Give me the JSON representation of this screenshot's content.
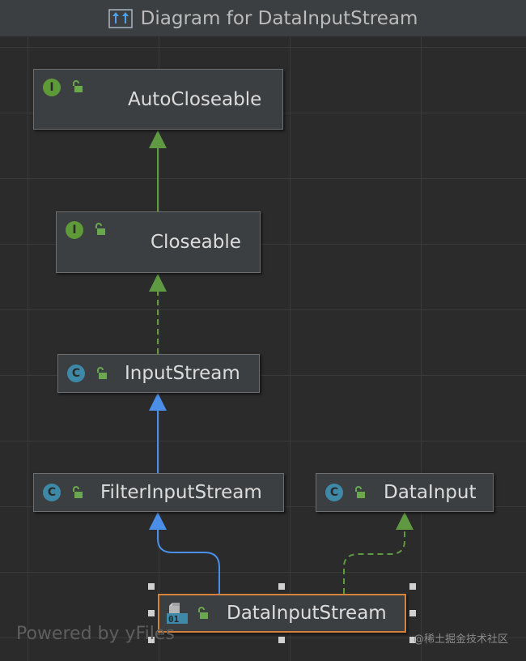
{
  "window": {
    "title": "Diagram for DataInputStream"
  },
  "nodes": [
    {
      "id": "autocloseable",
      "kind": "I",
      "label": "AutoCloseable"
    },
    {
      "id": "closeable",
      "kind": "I",
      "label": "Closeable"
    },
    {
      "id": "inputstream",
      "kind": "C",
      "label": "InputStream"
    },
    {
      "id": "filterinputstream",
      "kind": "C",
      "label": "FilterInputStream"
    },
    {
      "id": "datainput",
      "kind": "C",
      "label": "DataInput"
    },
    {
      "id": "datainputstream",
      "kind": "01",
      "label": "DataInputStream",
      "selected": true
    }
  ],
  "edges": [
    {
      "from": "Closeable",
      "to": "AutoCloseable",
      "type": "extends",
      "style": "solid",
      "color": "#5f9a43"
    },
    {
      "from": "InputStream",
      "to": "Closeable",
      "type": "implements",
      "style": "dashed",
      "color": "#5f9a43"
    },
    {
      "from": "FilterInputStream",
      "to": "InputStream",
      "type": "extends",
      "style": "solid",
      "color": "#4a8ee8"
    },
    {
      "from": "DataInputStream",
      "to": "FilterInputStream",
      "type": "extends",
      "style": "solid",
      "color": "#4a8ee8"
    },
    {
      "from": "DataInputStream",
      "to": "DataInput",
      "type": "implements",
      "style": "dashed",
      "color": "#5f9a43"
    }
  ],
  "icons": {
    "title": "class-diagram-icon",
    "lock": "lock-open-icon",
    "interface": "interface-badge-icon",
    "class": "class-badge-icon",
    "binary": "binary-file-icon"
  },
  "colors": {
    "background": "#2b2b2b",
    "node_fill": "#3c3f41",
    "selected_border": "#d7823a",
    "interface_badge": "#5e9a37",
    "class_badge": "#3d89a7"
  },
  "footer": {
    "text": "Powered by yFiles"
  },
  "watermark": {
    "text": "@稀土掘金技术社区"
  }
}
